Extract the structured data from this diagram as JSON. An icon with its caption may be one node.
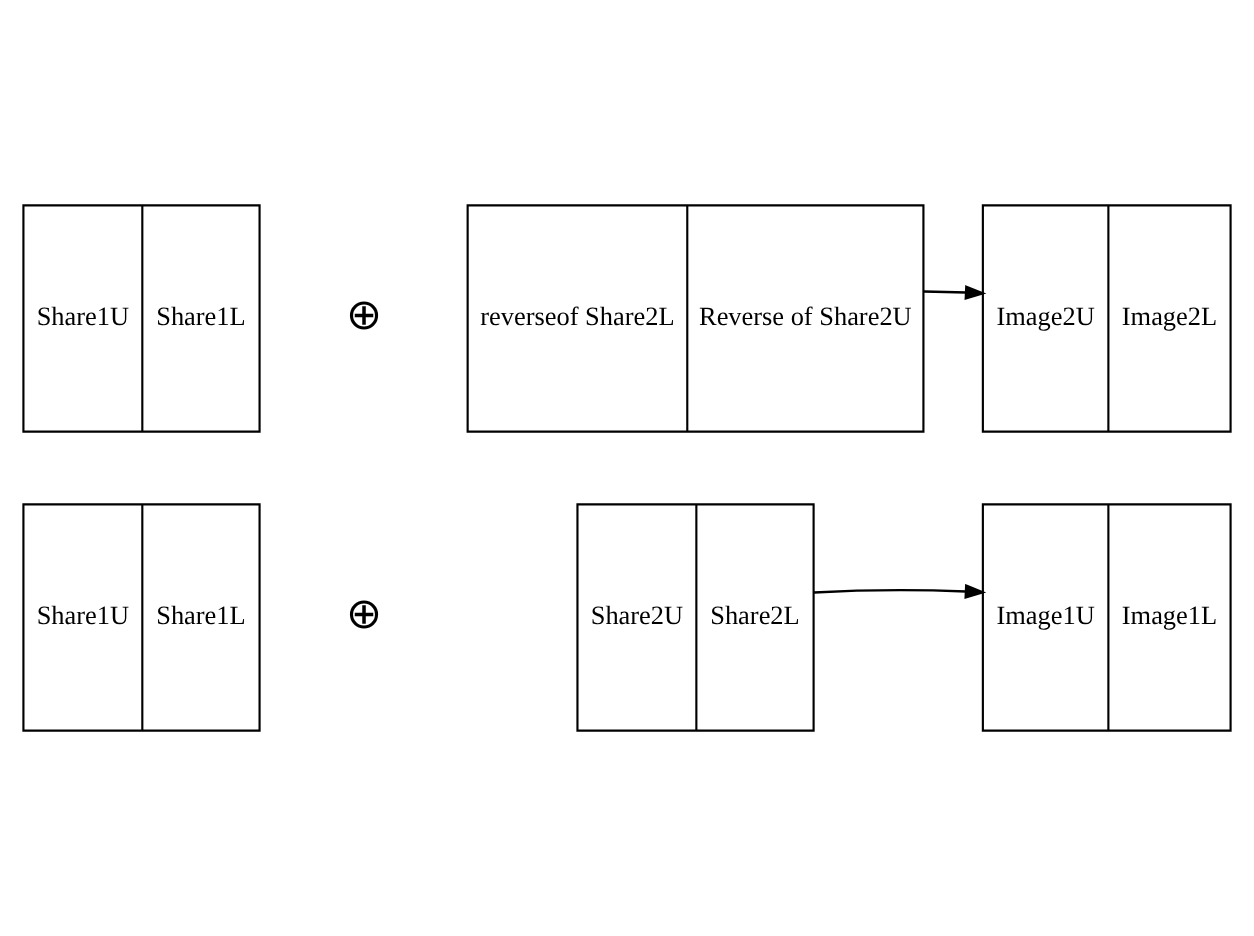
{
  "diagram": {
    "nodes": [
      {
        "text": [
          "Share1U",
          "Share1L"
        ]
      },
      {
        "text": [
          "Share2U",
          "Share2L"
        ]
      },
      {
        "text": [
          "Image1U",
          "Image1L"
        ]
      },
      {
        "text": [
          "Share1U",
          "Share1L"
        ]
      },
      {
        "text": [
          "reverseof Share2L",
          "Reverse of Share2U"
        ]
      },
      {
        "text": [
          "Image2U",
          "Image2L"
        ]
      }
    ],
    "edges": [
      {
        "from": 1,
        "to": 2,
        "arrow": "to"
      },
      {
        "from": 4,
        "to": 5,
        "arrow": "to"
      }
    ],
    "labels": [
      "⊕",
      "⊕"
    ]
  }
}
